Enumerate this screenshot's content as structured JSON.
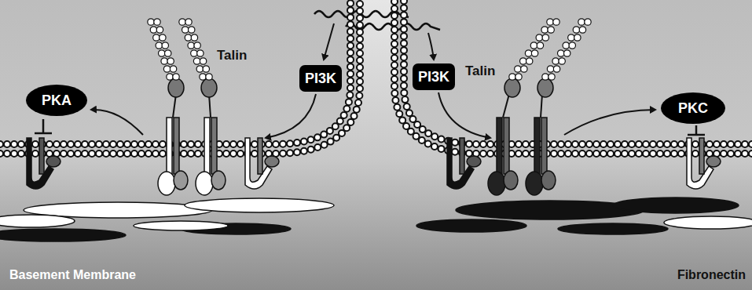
{
  "diagram": {
    "nodes": [
      {
        "text": [
          "PKA"
        ]
      },
      {
        "text": [
          "PI3K"
        ]
      },
      {
        "text": [
          "PI3K"
        ]
      },
      {
        "text": [
          "PKC"
        ]
      }
    ],
    "labels": [
      "Talin",
      "Talin",
      "Basement Membrane",
      "Fibronectin"
    ]
  }
}
